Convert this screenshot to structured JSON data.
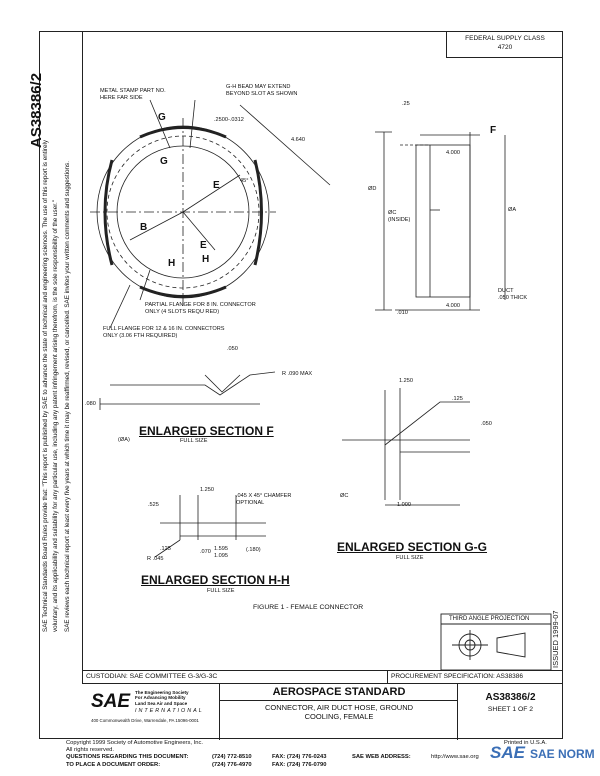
{
  "document": {
    "number": "AS38386/2",
    "supply_class_label": "FEDERAL SUPPLY CLASS",
    "supply_class_value": "4720",
    "issued": "ISSUED 1999-07"
  },
  "side_notes": [
    "SAE Technical Standards Board Rules provide that: \"This report is published by SAE to advance the state of technical and engineering sciences. The use of this report is entirely",
    "voluntary, and its applicability and suitability for any particular use, including any patent infringement arising therefrom, is the sole responsibility of the user.\"",
    "SAE reviews each technical report at least every five years at which time it may be reaffirmed, revised, or cancelled. SAE invites your written comments and suggestions."
  ],
  "drawing": {
    "notes": {
      "metal_stamp": "METAL STAMP PART NO.\nHERE FAR SIDE",
      "bead": "G-H BEAD MAY EXTEND\nBEYOND SLOT AS SHOWN",
      "dim_2500": ".2500-.0312",
      "dim_4640": "4.640",
      "angle_45": "45°",
      "partial_flange": "PARTIAL FLANGE FOR 8 IN. CONNECTOR\nONLY (4 SLOTS REQU RED)",
      "full_flange": "FULL FLANGE FOR 12 & 16 IN. CONNECTORS\nONLY (3.06 FTH REQUIRED)",
      "dim_25": ".25",
      "dim_4000a": "4.000",
      "phi_d": "ØD",
      "phi_d_inside": "ØC\n(INSIDE)",
      "phi_a": "ØA",
      "duct": "DUCT\n.050 THICK",
      "dim_4000b": "4.000",
      "dim_010": ".010",
      "dim_050": ".050",
      "r_090": "R .090 MAX",
      "dim_080": ".080",
      "dim_1250": "1.250",
      "dim_125": ".125",
      "dim_050b": ".050",
      "dim_phi_a_sec": "(ØA)",
      "dim_1000": "1.000",
      "phi_c": "ØC",
      "dim_1250b": "1.250",
      "chamfer": ".045 X 45° CHAMFER\nOPTIONAL",
      "dim_525": ".525",
      "dim_125b": ".125",
      "r_045": "R .045",
      "dim_070": ".070",
      "dim_1595": "1.595\n1.095",
      "dim_180": "(.180)"
    },
    "letters": {
      "G1": "G",
      "G2": "G",
      "E1": "E",
      "E2": "E",
      "B": "B",
      "H1": "H",
      "H2": "H",
      "F": "F"
    }
  },
  "sections": {
    "f_title": "ENLARGED SECTION F",
    "f_scale": "FULL SIZE",
    "gg_title": "ENLARGED SECTION G-G",
    "gg_scale": "FULL SIZE",
    "hh_title": "ENLARGED SECTION H-H",
    "hh_scale": "FULL SIZE",
    "figure": "FIGURE 1 - FEMALE CONNECTOR",
    "third_angle": "THIRD ANGLE PROJECTION"
  },
  "title_block": {
    "custodian": "CUSTODIAN: SAE COMMITTEE G-3/G-3C",
    "procurement": "PROCUREMENT SPECIFICATION: AS38386",
    "sae_tagline": "The Engineering Society\nFor Advancing Mobility\nLand Sea Air and Space",
    "sae_intl": "INTERNATIONAL",
    "sae_address": "400 Commonwealth Drive, Warrendale, PA 15096-0001",
    "standard": "AEROSPACE STANDARD",
    "title": "CONNECTOR, AIR DUCT HOSE, GROUND\nCOOLING, FEMALE",
    "docno": "AS38386/2",
    "sheet": "SHEET 1 OF 2"
  },
  "footer": {
    "copyright": "Copyright 1999 Society of Automotive Engineers, Inc.",
    "rights": "All rights reserved.",
    "printed": "Printed in U.S.A.",
    "q1": "QUESTIONS REGARDING THIS DOCUMENT:",
    "q2": "TO PLACE A DOCUMENT ORDER:",
    "tel1": "(724) 772-8510",
    "tel2": "(724) 776-4970",
    "fax1": "FAX: (724) 776-0243",
    "fax2": "FAX: (724) 776-0790",
    "web_label": "SAE WEB ADDRESS:",
    "web": "http://www.sae.org",
    "watermark": "SAE NORM"
  }
}
